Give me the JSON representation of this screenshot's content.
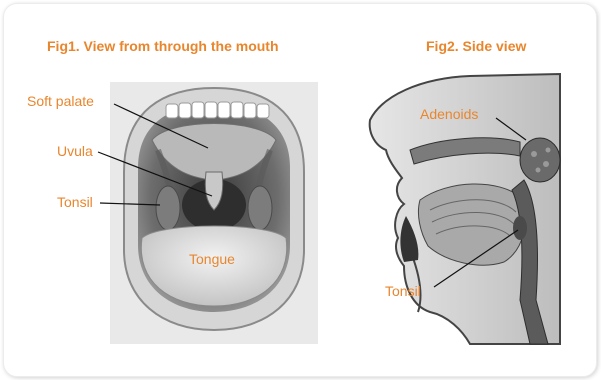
{
  "fig1": {
    "title": "Fig1. View from through the mouth",
    "labels": {
      "soft_palate": "Soft palate",
      "uvula": "Uvula",
      "tonsil": "Tonsil",
      "tongue": "Tongue"
    }
  },
  "fig2": {
    "title": "Fig2. Side view",
    "labels": {
      "adenoids": "Adenoids",
      "tonsil": "Tonsil"
    }
  },
  "colors": {
    "accent": "#e8862e",
    "leader_line": "#111111"
  }
}
